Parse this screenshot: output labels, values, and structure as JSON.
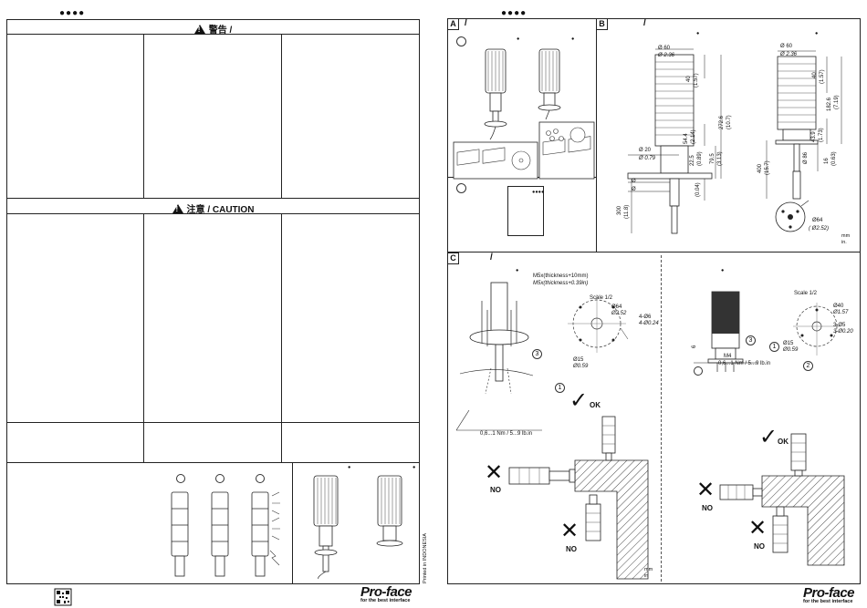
{
  "left_page": {
    "page_marker": "●●●●",
    "warning_header": "警告 /",
    "caution_header": "注意 / CAUTION",
    "printed": "Printed in INDONESIA",
    "logo": {
      "brand": "Pro-face",
      "tagline": "for the best interface"
    }
  },
  "right_page": {
    "page_marker": "●●●●",
    "panel_a": {
      "letter": "A",
      "title": "/",
      "dots_label": "●●●●"
    },
    "panel_b": {
      "letter": "B",
      "title": "/",
      "dims_left": {
        "dia_top": "Ø 60",
        "dia_top_in": "Ø 2.36",
        "h40": "40",
        "h40_in": "(1.57)",
        "h54": "54.4",
        "h54_in": "(2.14)",
        "h272": "272.6",
        "h272_in": "(10.7)",
        "dia20": "Ø 20",
        "dia20_in": "Ø 0.79",
        "h22": "22.5",
        "h22_in": "(0.89)",
        "h79": "79.5",
        "h79_in": "(3.13)",
        "dia_a": "Ø",
        "dia_b": "Ø",
        "small_in": "(0.04)",
        "h300": "300",
        "h300_in": "(11.8)"
      },
      "dims_right": {
        "dia_top": "Ø 60",
        "dia_top_in": "Ø 2.36",
        "h40": "40",
        "h40_in": "(1.57)",
        "h182": "182.6",
        "h182_in": "(7.19)",
        "h43": "43.9",
        "h43_in": "(1.73)",
        "h400": "400",
        "h400_in": "(15.7)",
        "dia_small": "Ø 86",
        "h16": "16",
        "h16_in": "(0.63)",
        "dia64": "Ø64",
        "dia64_in": "( Ø2.52)"
      },
      "unit": "mm\nin."
    },
    "panel_c": {
      "letter": "C",
      "title": "/",
      "screw": "M5x(thickness+10mm)",
      "screw_in": "M5x(thickness+0.39in)",
      "scale_left": "Scale 1/2",
      "scale_right": "Scale 1/2",
      "torque_left": "0,6...1 Nm / 5...9 lb.in",
      "torque_right": "0,6...1 Nm / 5...9 lb.in",
      "m4": "M4",
      "holes_left": "4-Ø6",
      "holes_left_in": "4-Ø0.24",
      "holes_right": "3-Ø5",
      "holes_right_in": "3-Ø0.20",
      "dia64": "Ø64",
      "dia64_in": "Ø2.52",
      "dia40": "Ø40",
      "dia40_in": "Ø1.57",
      "dia15": "Ø15",
      "dia15_in": "Ø0.59",
      "dia15r": "Ø15",
      "dia15r_in": "Ø0.59",
      "ok": "OK",
      "no": "NO",
      "unit": "mm\nin"
    },
    "logo": {
      "brand": "Pro-face",
      "tagline": "for the best interface"
    }
  }
}
